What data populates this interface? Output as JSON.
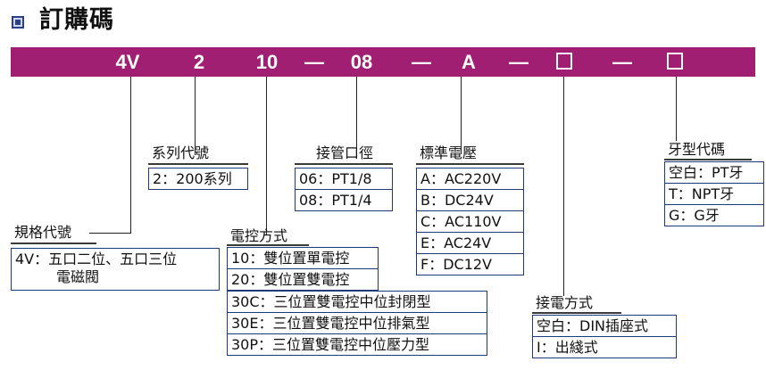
{
  "title": "訂購碼",
  "code": {
    "series": "4V",
    "model": "2",
    "valve": "10",
    "dash": "—",
    "port": "08",
    "voltage": "A"
  },
  "groups": {
    "code_type": {
      "header": "規格代號",
      "rows": [
        "4V：五口二位、五口三位",
        "電磁閥"
      ]
    },
    "series": {
      "header": "系列代號",
      "rows": [
        "2：200系列"
      ]
    },
    "solenoid": {
      "header": "電控方式",
      "rows": [
        "10：雙位置單電控",
        "20：雙位置雙電控",
        "30C：三位置雙電控中位封閉型",
        "30E：三位置雙電控中位排氣型",
        "30P：三位置雙電控中位壓力型"
      ]
    },
    "port": {
      "header": "接管口徑",
      "rows": [
        "06：PT1/8",
        "08：PT1/4"
      ]
    },
    "voltage": {
      "header": "標準電壓",
      "rows": [
        "A：AC220V",
        "B：DC24V",
        "C：AC110V",
        "E：AC24V",
        "F：DC12V"
      ]
    },
    "connection": {
      "header": "接電方式",
      "rows": [
        "空白：DIN插座式",
        "I：出綫式"
      ]
    },
    "thread": {
      "header": "牙型代碼",
      "rows": [
        "空白：PT牙",
        "T：NPT牙",
        "G：G牙"
      ]
    }
  }
}
